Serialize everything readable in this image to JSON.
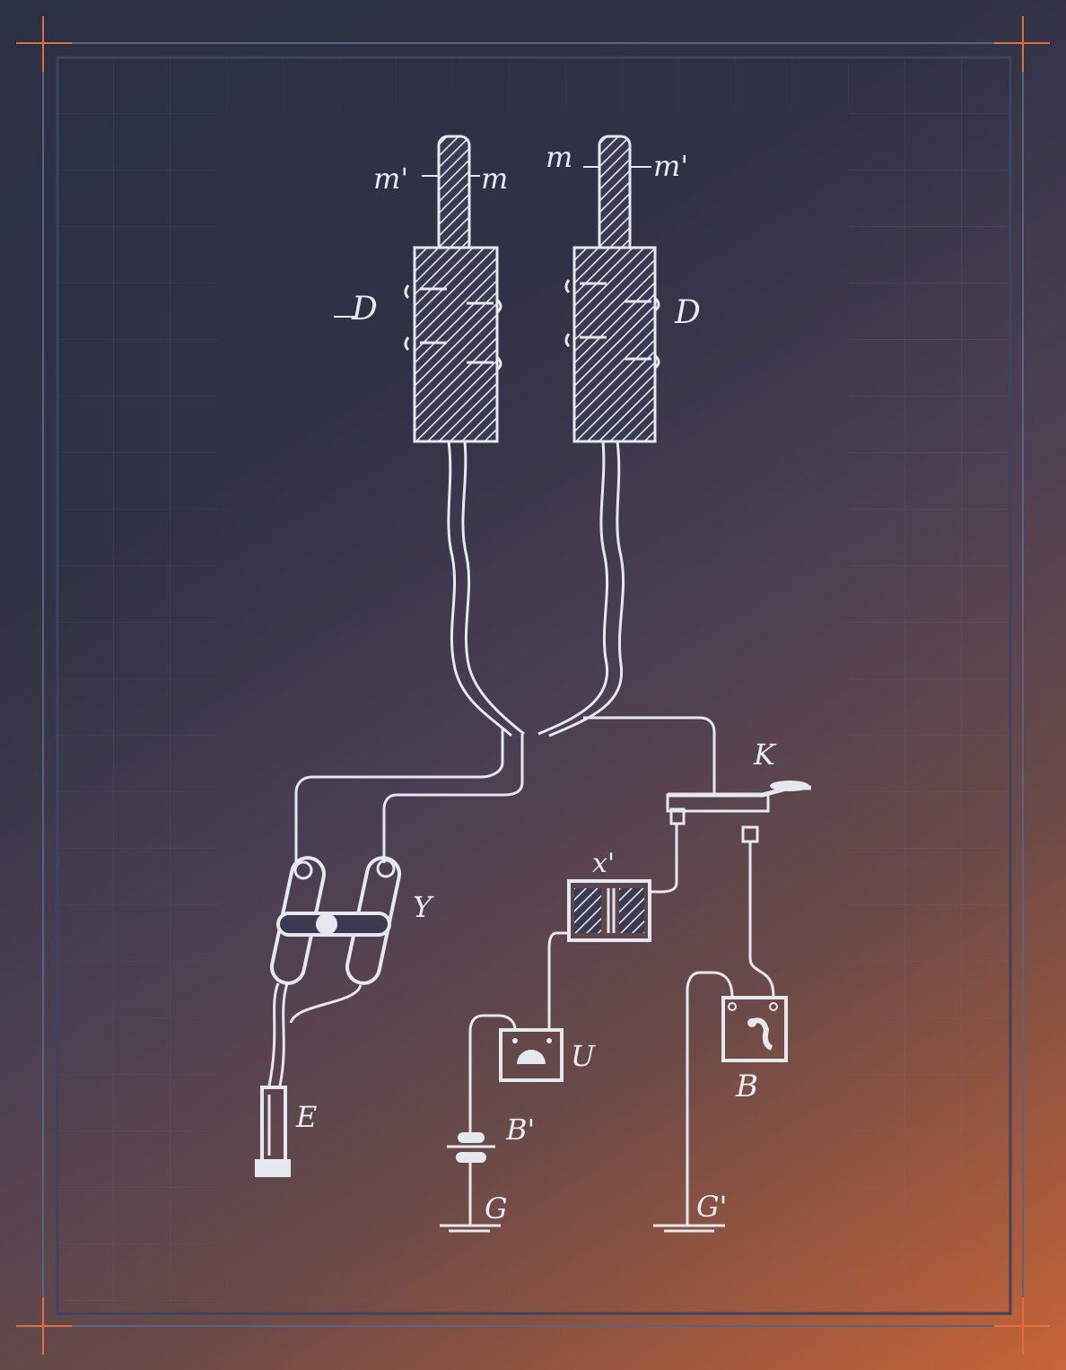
{
  "colors": {
    "line": "#e6e8f0",
    "frame": "#5c6282",
    "accent": "#e0703f",
    "grid": "#6a6f8e"
  },
  "labels": {
    "m_prime_left": "m'",
    "m_left": "m",
    "m_right": "m",
    "m_prime_right": "m'",
    "d_left": "D",
    "d_right": "D",
    "k": "K",
    "x_prime": "x'",
    "y": "Y",
    "u": "U",
    "b": "B",
    "e": "E",
    "b_prime": "B'",
    "g_left": "G",
    "g_right": "G'"
  }
}
